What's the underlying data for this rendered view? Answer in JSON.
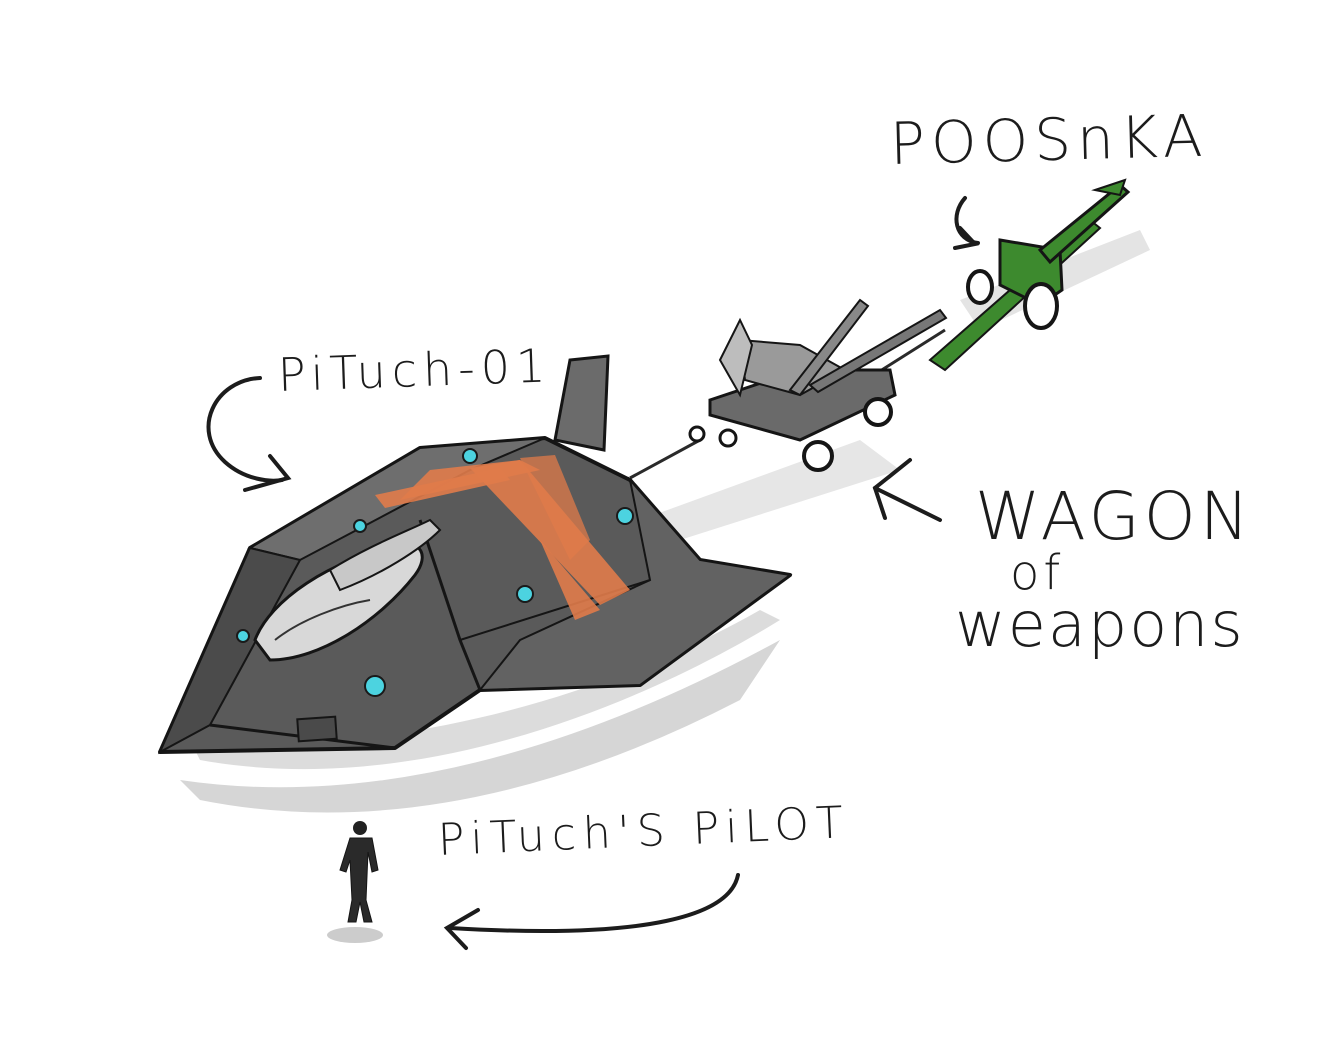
{
  "labels": {
    "poosnka": "POOSnKA",
    "pituch": "PiTuch-01",
    "wagon_line1": "WAGON",
    "wagon_line2": "of",
    "wagon_line3": "weapons",
    "pilot": "PiTuch'S PiLOT"
  },
  "colors": {
    "ship_body": "#5a5a5a",
    "ship_stripe": "#e07b4a",
    "ship_lights": "#4cd3e0",
    "cannon_green": "#3d8a2e",
    "ink": "#1c1c1c",
    "shadow": "#d9d9d9"
  }
}
